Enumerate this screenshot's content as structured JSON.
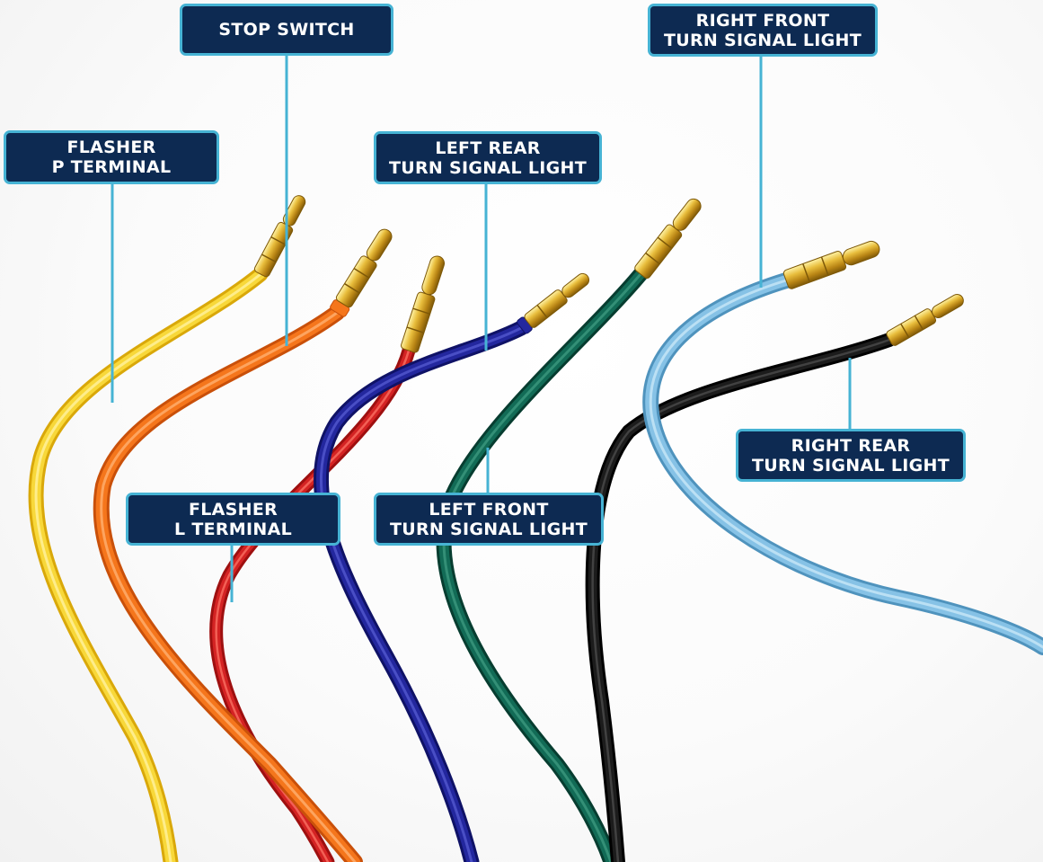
{
  "colors": {
    "label_background": "#0d2a52",
    "label_border": "#46b3d4",
    "leader_line": "#46b3d4",
    "label_text": "#ffffff"
  },
  "wires": [
    {
      "id": "yellow",
      "color": "#f5cf1a",
      "connector": "bullet-connector"
    },
    {
      "id": "orange",
      "color": "#f26f16",
      "connector": "bullet-connector"
    },
    {
      "id": "red",
      "color": "#cf1f1f",
      "connector": "bullet-connector"
    },
    {
      "id": "blue",
      "color": "#1b1f8c",
      "connector": "bullet-connector"
    },
    {
      "id": "green",
      "color": "#0f5e4c",
      "connector": "bullet-connector"
    },
    {
      "id": "light-blue",
      "color": "#7fbddf",
      "connector": "bullet-connector"
    },
    {
      "id": "black",
      "color": "#111111",
      "connector": "bullet-connector"
    }
  ],
  "labels": {
    "stop_switch": {
      "line1": "STOP SWITCH"
    },
    "flasher_p": {
      "line1": "FLASHER",
      "line2": "P TERMINAL"
    },
    "right_front": {
      "line1": "RIGHT FRONT",
      "line2": "TURN SIGNAL LIGHT"
    },
    "left_rear": {
      "line1": "LEFT REAR",
      "line2": "TURN SIGNAL LIGHT"
    },
    "right_rear": {
      "line1": "RIGHT REAR",
      "line2": "TURN SIGNAL LIGHT"
    },
    "flasher_l": {
      "line1": "FLASHER",
      "line2": "L TERMINAL"
    },
    "left_front": {
      "line1": "LEFT FRONT",
      "line2": "TURN SIGNAL LIGHT"
    }
  }
}
